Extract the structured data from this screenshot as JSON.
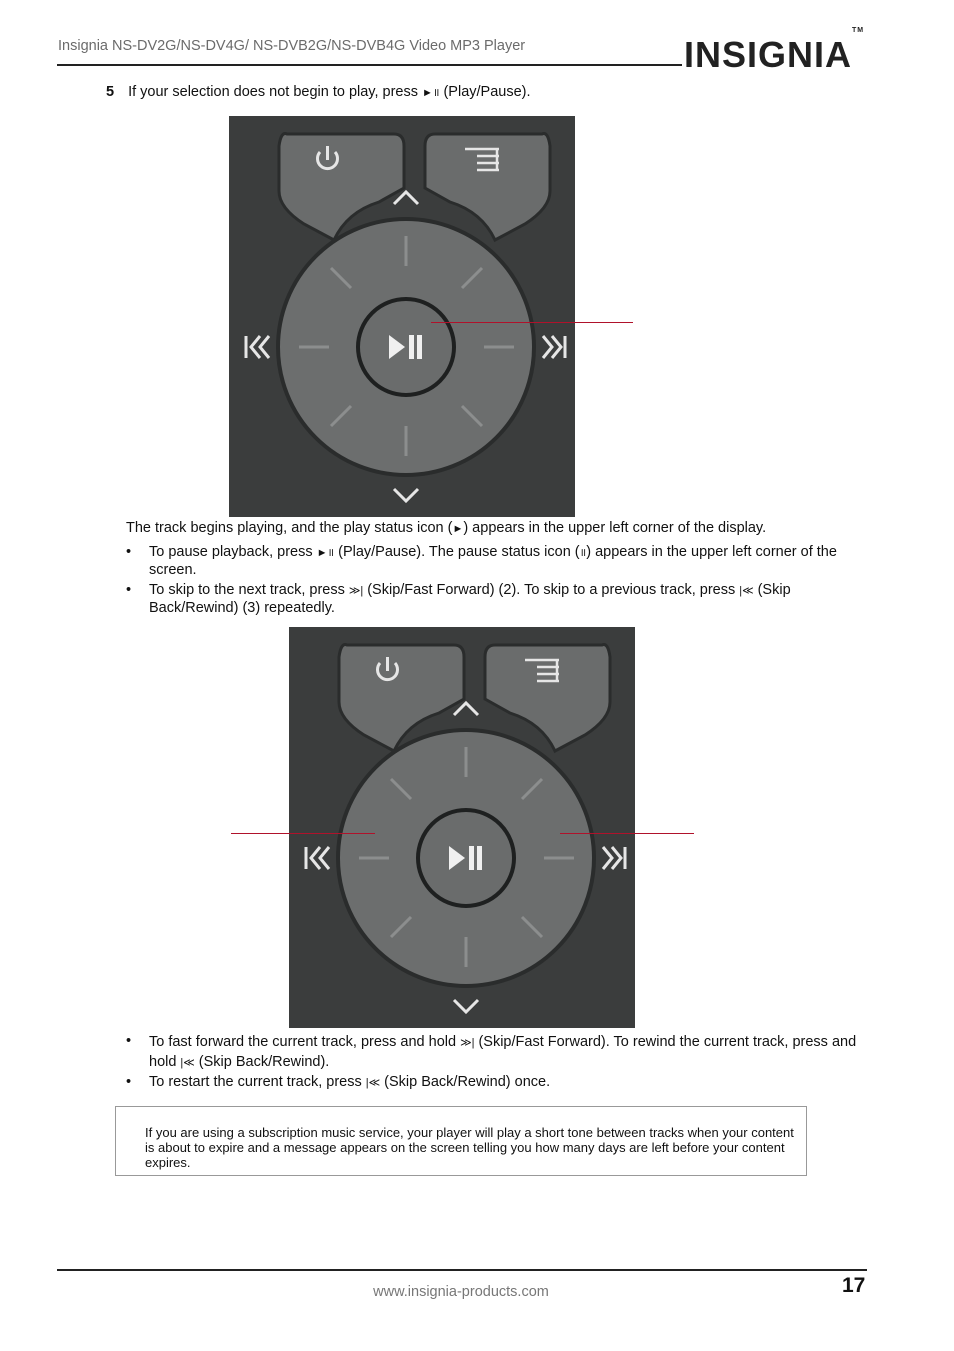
{
  "header": {
    "title": "Insignia NS-DV2G/NS-DV4G/ NS-DVB2G/NS-DVB4G Video MP3 Player",
    "logo_text": "INSIGNIA",
    "logo_tm": "TM"
  },
  "step": {
    "number": "5",
    "text_before": "If your selection does not begin to play, press",
    "icon": "play-pause-icon",
    "text_after": "(Play/Pause)."
  },
  "para1": {
    "text_before": "The track begins playing, and the play status icon (",
    "icon": "play-status-icon",
    "text_after": ") appears in the upper left corner of the display."
  },
  "bullets1": [
    {
      "a": "To pause playback, press",
      "b": "(Play/Pause). The pause status icon (",
      "c": ") appears in the upper left corner of the screen."
    },
    {
      "a": "To skip to the next track, press",
      "b": "(Skip/Fast Forward) (2). To skip to a previous track, press",
      "c": "(Skip Back/Rewind) (3) repeatedly."
    }
  ],
  "bullets2": [
    {
      "a": "To fast forward the current track, press and hold",
      "b": "(Skip/Fast Forward). To rewind the current track, press and hold",
      "c": "(Skip Back/Rewind)."
    },
    {
      "a": "To restart the current track, press",
      "b": "(Skip Back/Rewind) once."
    }
  ],
  "note": {
    "text": "If you are using a subscription music service, your player will play a short tone between tracks when your content is about to expire and a message appears on the screen telling you how many days are left before your content expires."
  },
  "footer": {
    "url": "www.insignia-products.com",
    "page_number": "17"
  },
  "colors": {
    "callout": "#b0122b",
    "remote_body": "#3b3d3d",
    "dial": "#6c6e6e"
  }
}
